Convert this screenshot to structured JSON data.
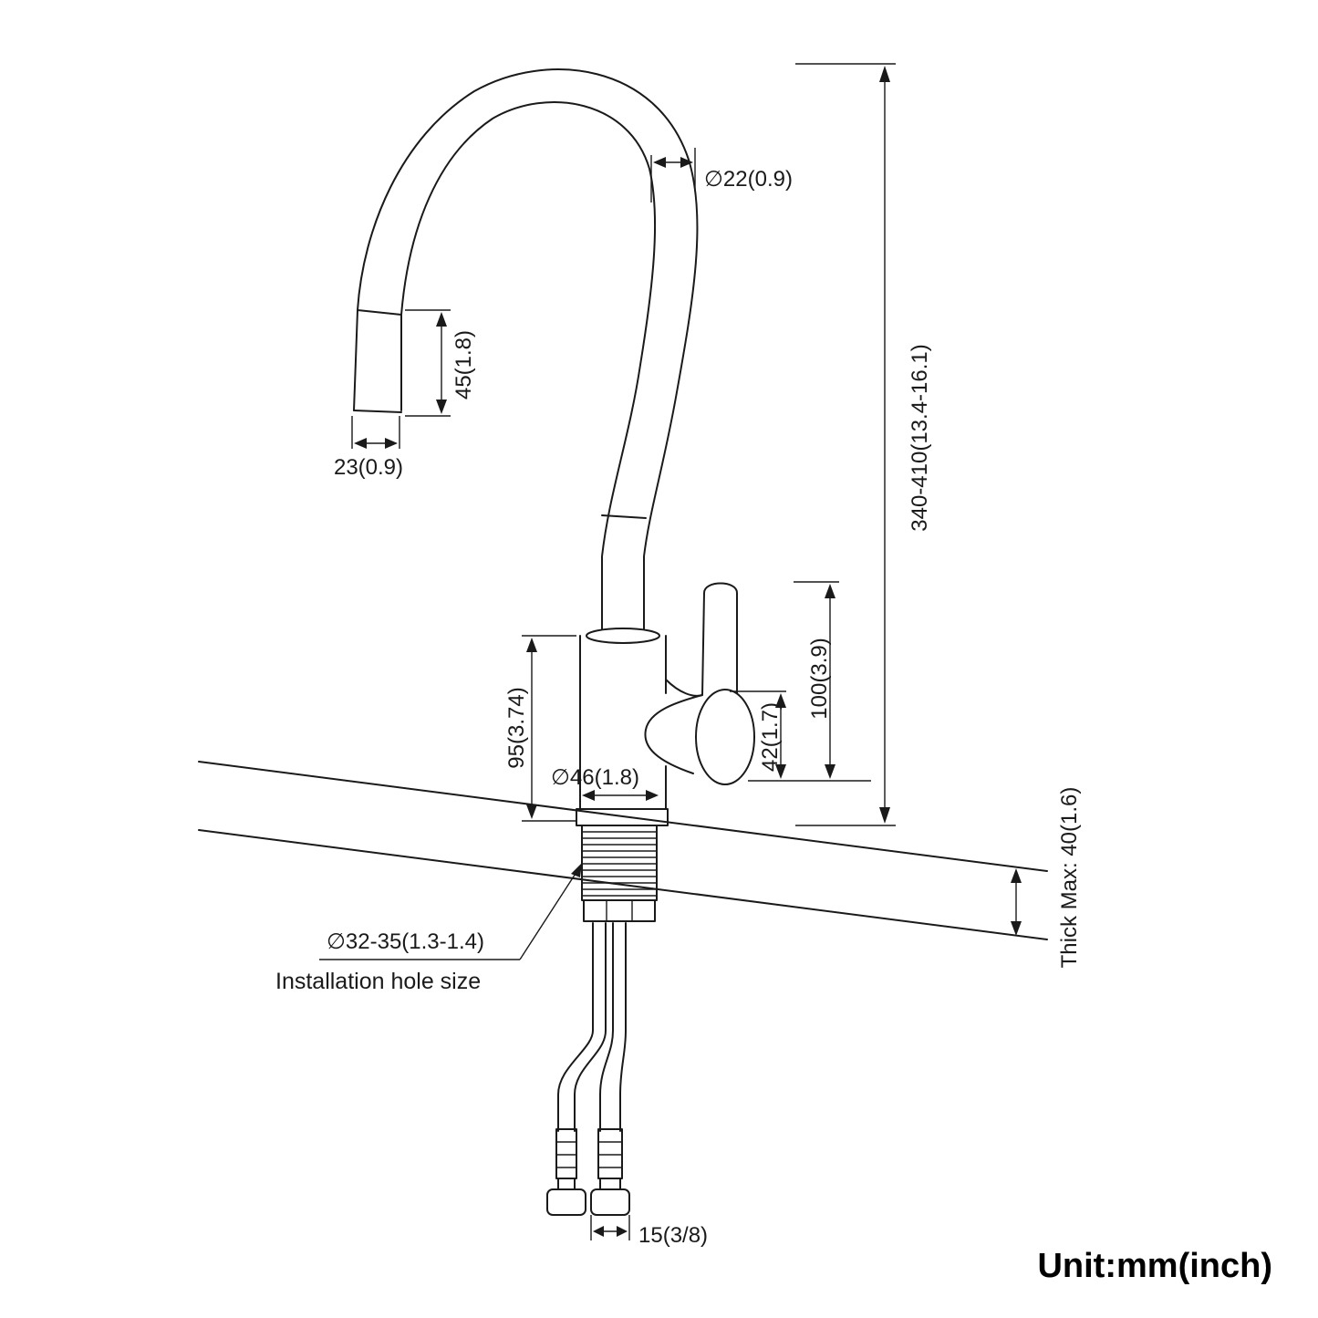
{
  "dimensions": {
    "spout_diameter": "∅22(0.9)",
    "sprayer_length": "45(1.8)",
    "sprayer_diameter": "23(0.9)",
    "total_height": "340-410(13.4-16.1)",
    "handle_height": "100(3.9)",
    "handle_width": "42(1.7)",
    "body_height": "95(3.74)",
    "base_diameter": "∅46(1.8)",
    "deck_thickness": "Thick Max: 40(1.6)",
    "hole_size": "∅32-35(1.3-1.4)",
    "hose_connector": "15(3/8)"
  },
  "labels": {
    "hole_caption": "Installation hole size",
    "unit": "Unit:mm(inch)"
  }
}
